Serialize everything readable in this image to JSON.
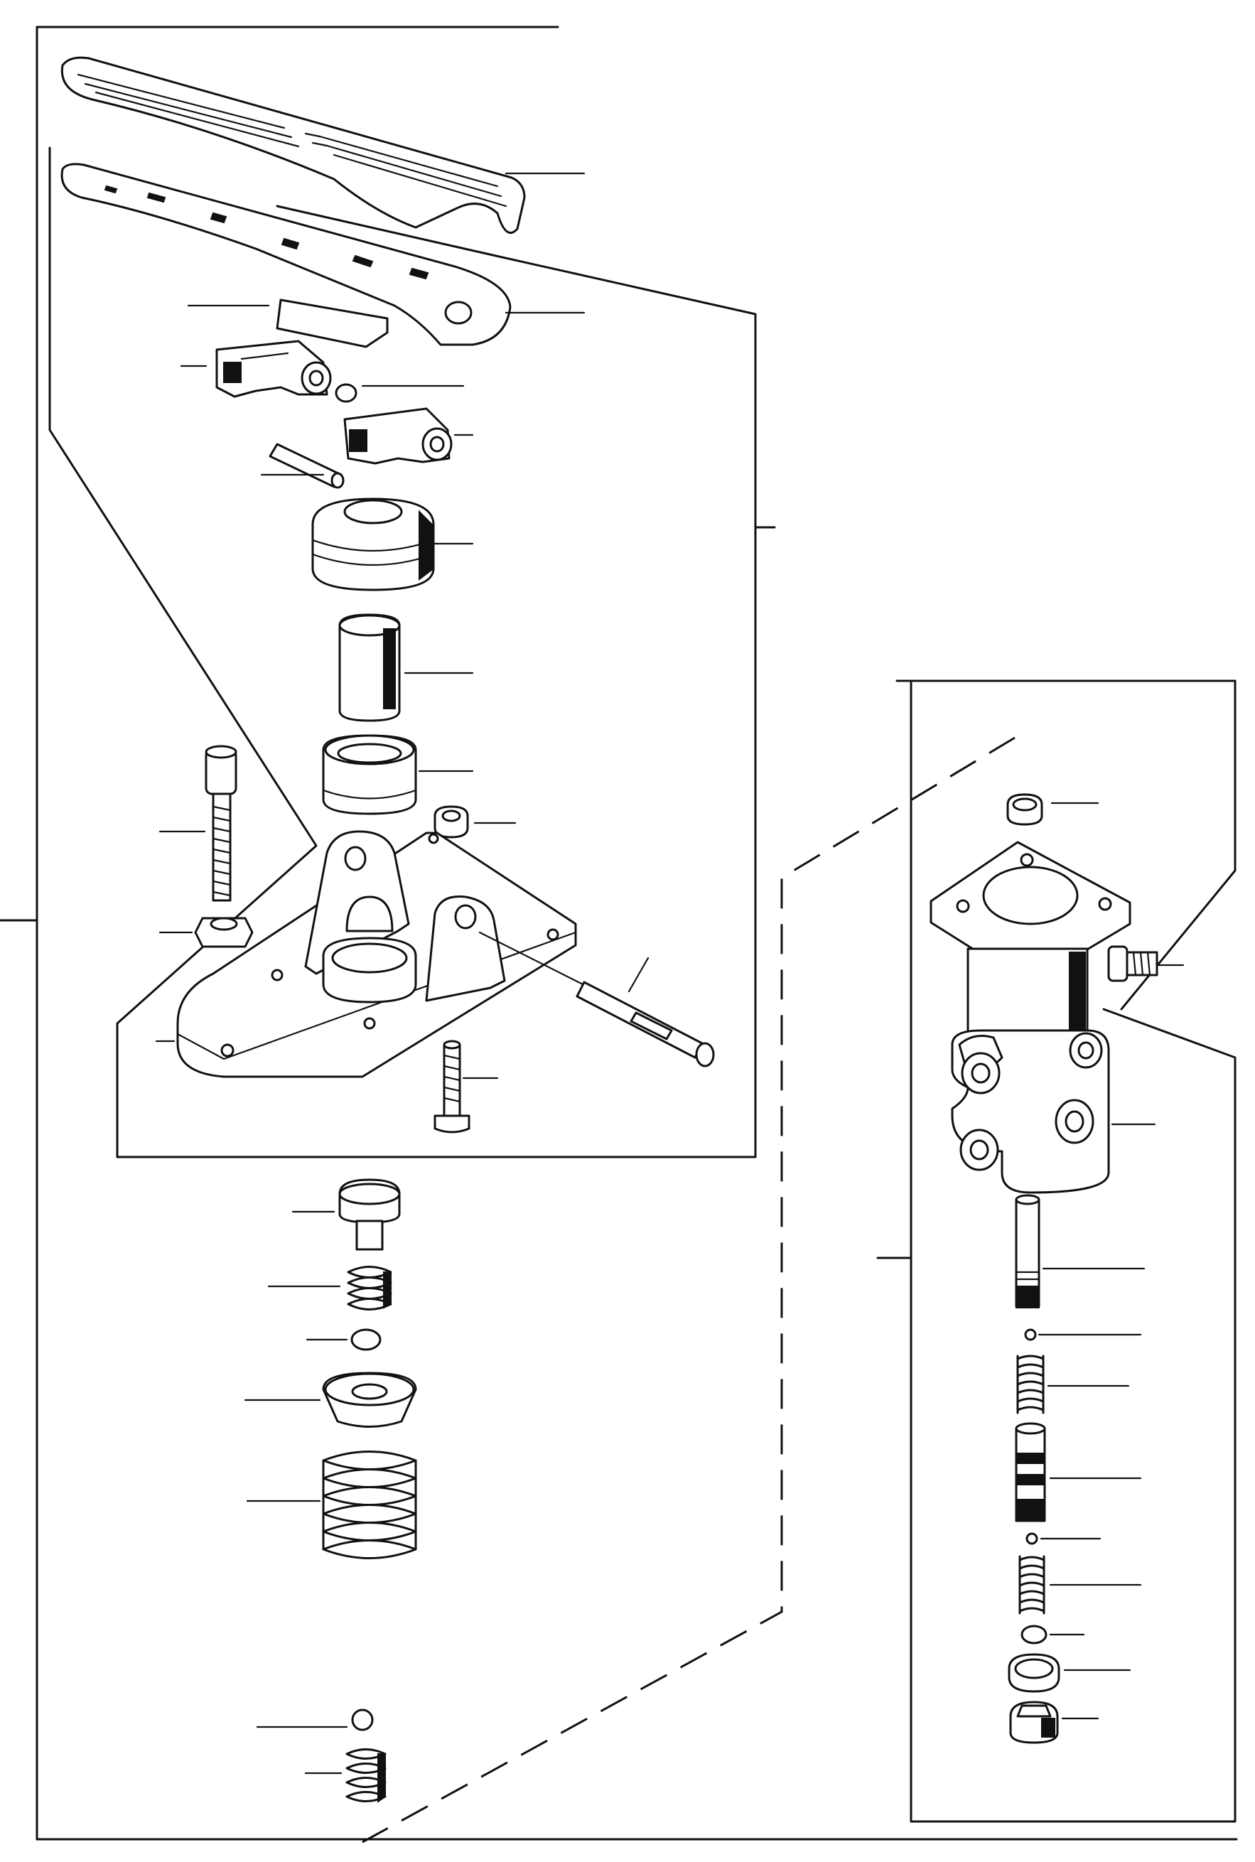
{
  "diagram": {
    "kind": "exploded-parts-view",
    "colors": {
      "ink": "#111111",
      "paper": "#ffffff"
    },
    "left_assembly": {
      "parts": [
        "pedal-pad",
        "pedal-arm",
        "spacer-plate",
        "roller-bracket-left",
        "circlip",
        "roller-bracket-right",
        "pivot-pin",
        "rubber-boot",
        "plunger",
        "guide-bushing",
        "small-nut",
        "cap-screw",
        "hex-nut",
        "base-plate",
        "shaft",
        "mounting-screw",
        "spring-seat",
        "inner-spring",
        "o-ring",
        "spring-retainer",
        "main-spring",
        "ball",
        "ball-spring"
      ]
    },
    "right_assembly": {
      "parts": [
        "top-seal",
        "valve-body",
        "flange-screw",
        "valve-spool",
        "small-o-ring-1",
        "spring-1",
        "valve-piston",
        "small-o-ring-2",
        "spring-2",
        "snap-ring",
        "washer",
        "end-plug"
      ]
    }
  }
}
